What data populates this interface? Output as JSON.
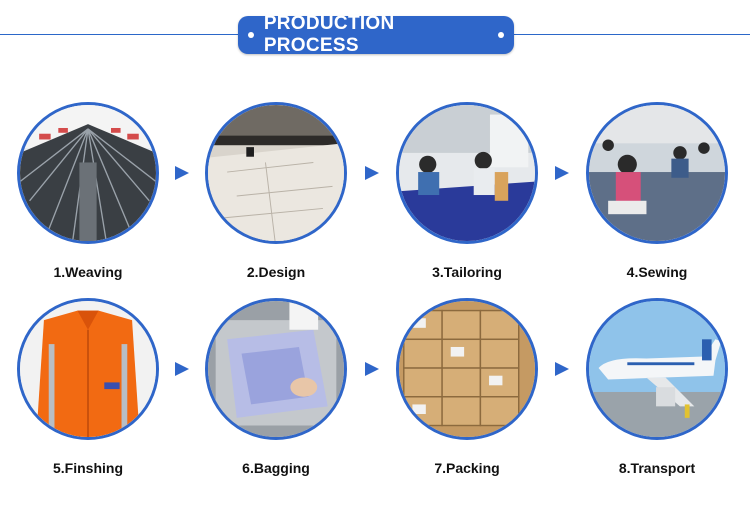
{
  "header": {
    "title": "PRODUCTION PROCESS"
  },
  "steps": [
    {
      "label": "1.Weaving",
      "icon": "weaving-machine-photo"
    },
    {
      "label": "2.Design",
      "icon": "design-cutting-table-photo"
    },
    {
      "label": "3.Tailoring",
      "icon": "tailoring-workshop-photo"
    },
    {
      "label": "4.Sewing",
      "icon": "sewing-workers-photo"
    },
    {
      "label": "5.Finshing",
      "icon": "orange-coverall-photo"
    },
    {
      "label": "6.Bagging",
      "icon": "bagging-garment-photo"
    },
    {
      "label": "7.Packing",
      "icon": "packed-cartons-photo"
    },
    {
      "label": "8.Transport",
      "icon": "airplane-transport-photo"
    }
  ],
  "colors": {
    "accent": "#2f66c9",
    "text": "#111111",
    "background": "#ffffff"
  }
}
